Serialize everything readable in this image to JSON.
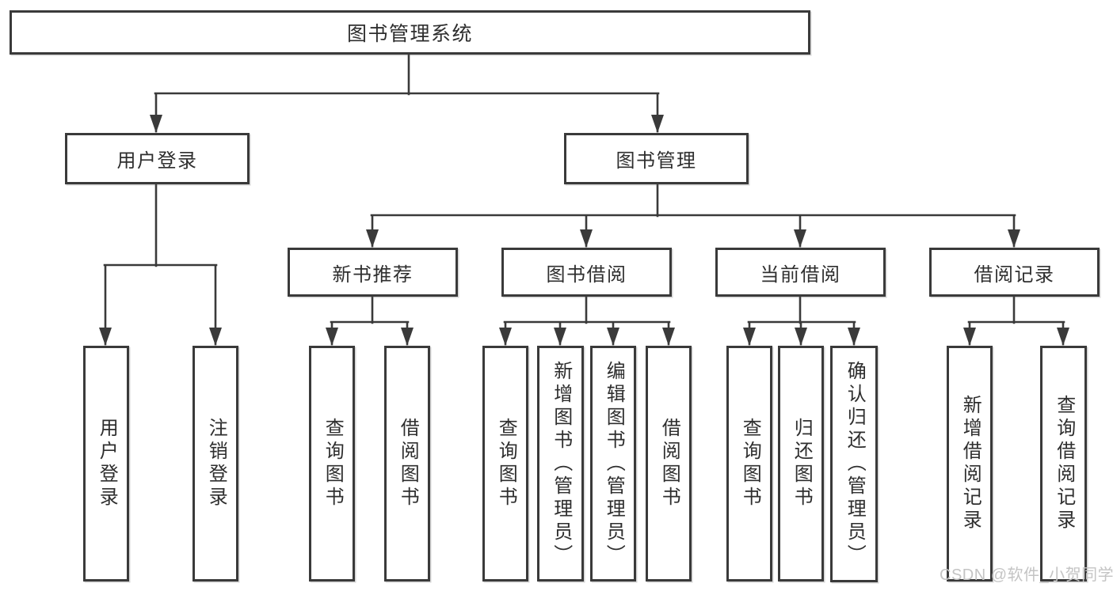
{
  "tree": {
    "root": {
      "label": "图书管理系统"
    },
    "user_branch": {
      "label": "用户登录",
      "children": [
        {
          "label": "用户登录"
        },
        {
          "label": "注销登录"
        }
      ]
    },
    "book_branch": {
      "label": "图书管理",
      "groups": [
        {
          "label": "新书推荐",
          "children": [
            {
              "label": "查询图书"
            },
            {
              "label": "借阅图书"
            }
          ]
        },
        {
          "label": "图书借阅",
          "children": [
            {
              "label": "查询图书"
            },
            {
              "label": "新增图书（管理员）"
            },
            {
              "label": "编辑图书（管理员）"
            },
            {
              "label": "借阅图书"
            }
          ]
        },
        {
          "label": "当前借阅",
          "children": [
            {
              "label": "查询图书"
            },
            {
              "label": "归还图书"
            },
            {
              "label": "确认归还（管理员）"
            }
          ]
        },
        {
          "label": "借阅记录",
          "children": [
            {
              "label": "新增借阅记录"
            },
            {
              "label": "查询借阅记录"
            }
          ]
        }
      ]
    }
  },
  "watermark": "CSDN @软件_小贺同学",
  "colors": {
    "line": "#3a3a3a",
    "box_border": "#3a3a3a",
    "text": "#2e2e2e",
    "watermark": "#c4c4c4",
    "background": "#ffffff"
  }
}
